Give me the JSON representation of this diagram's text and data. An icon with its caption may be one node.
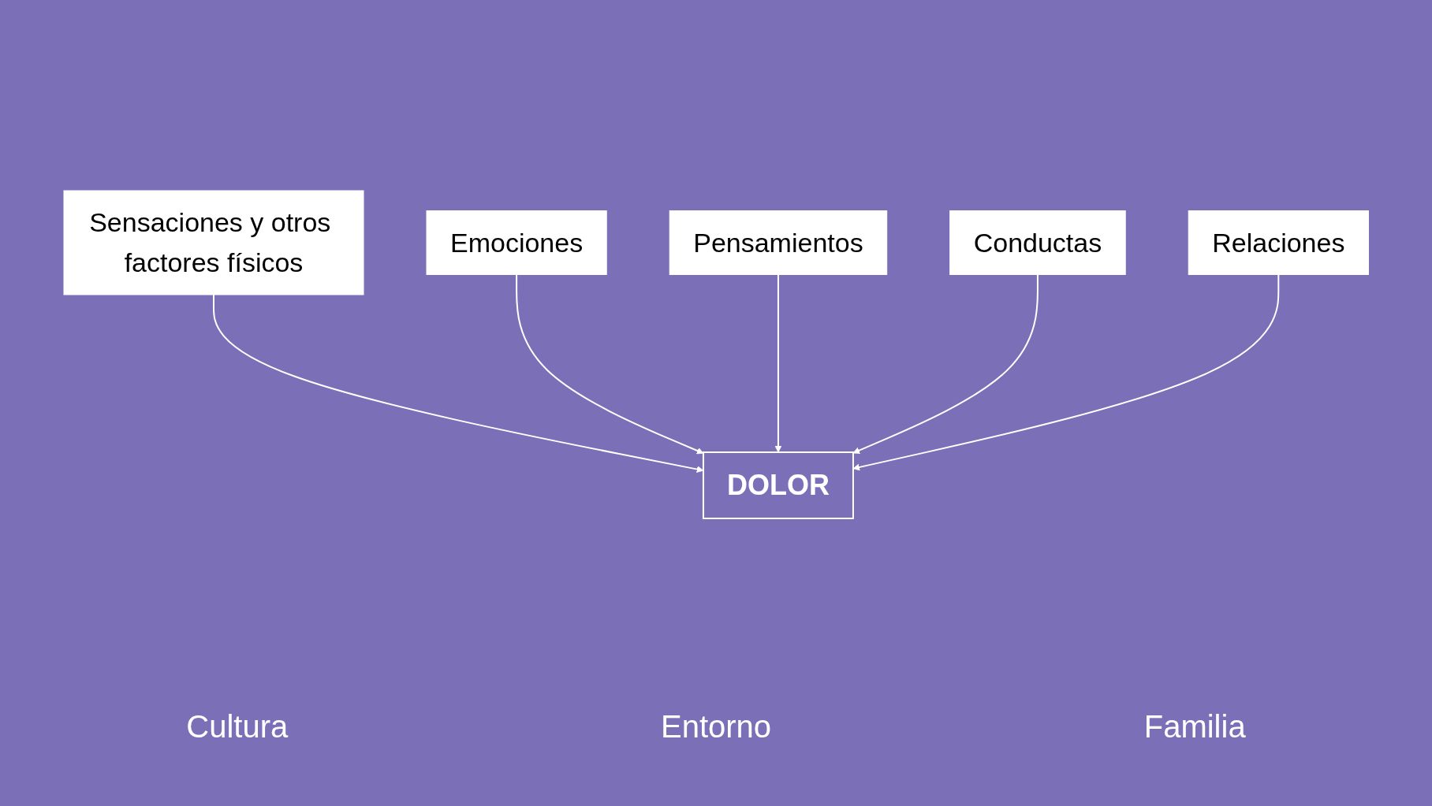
{
  "diagram": {
    "nodes": [
      {
        "text": [
          "Sensaciones y otros factores físicos"
        ]
      },
      {
        "text": [
          "Emociones"
        ]
      },
      {
        "text": [
          "Pensamientos"
        ]
      },
      {
        "text": [
          "DOLOR"
        ]
      },
      {
        "text": [
          "Conductas"
        ]
      },
      {
        "text": [
          "Relaciones"
        ]
      }
    ],
    "edges": [
      {
        "from": 0,
        "to": 3,
        "arrow": "to"
      },
      {
        "from": 1,
        "to": 3,
        "arrow": "to"
      },
      {
        "from": 2,
        "to": 3,
        "arrow": "to"
      },
      {
        "from": 4,
        "to": 3,
        "arrow": "to"
      },
      {
        "from": 5,
        "to": 3,
        "arrow": "to"
      }
    ],
    "labels": [
      "Cultura",
      "Entorno",
      "Familia"
    ]
  }
}
